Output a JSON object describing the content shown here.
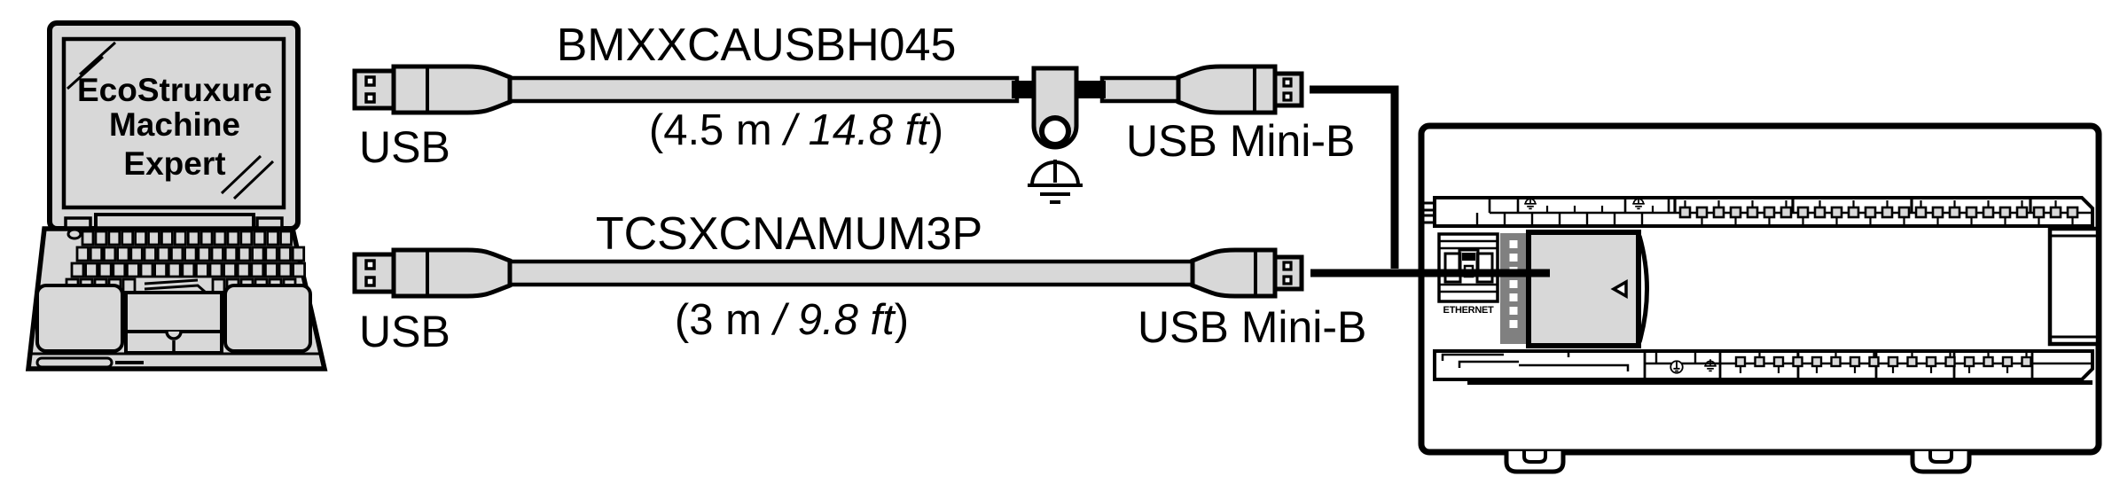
{
  "colors": {
    "line": "#000000",
    "fill_light": "#d8d8d8",
    "fill_dark": "#808080",
    "background": "#ffffff"
  },
  "laptop": {
    "screen_line1": "EcoStruxure",
    "screen_line2": "Machine",
    "screen_line3": "Expert"
  },
  "cables": [
    {
      "part_number": "BMXXCAUSBH045",
      "length_prefix": "(4.5 m ",
      "length_italic": "/ 14.8 ft",
      "length_suffix": ")",
      "left_connector_label": "USB",
      "right_connector_label": "USB Mini-B",
      "grounded": true
    },
    {
      "part_number": "TCSXCNAMUM3P",
      "length_prefix": "(3 m ",
      "length_italic": "/ 9.8 ft",
      "length_suffix": ")",
      "left_connector_label": "USB",
      "right_connector_label": "USB Mini-B",
      "grounded": false
    }
  ],
  "controller": {
    "ethernet_label": "ETHERNET"
  }
}
